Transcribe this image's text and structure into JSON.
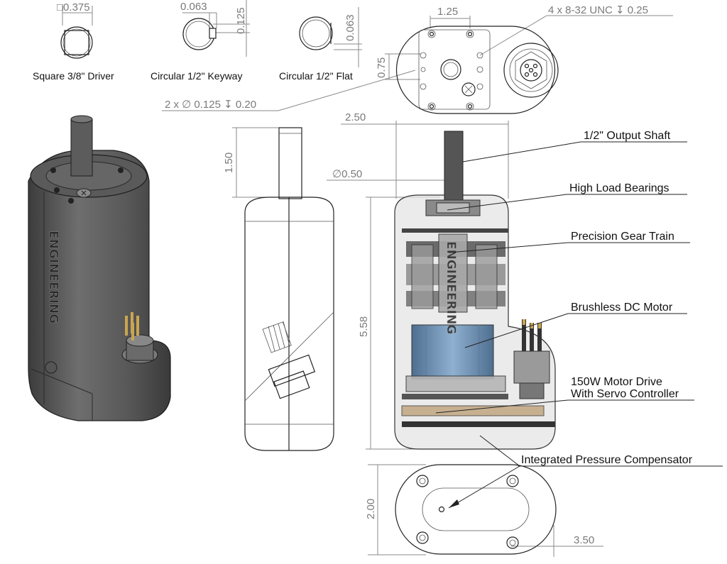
{
  "colors": {
    "body_dark": "#4a4a4a",
    "body_mid": "#6e6e6e",
    "motor_blue": "#6f8fb0",
    "translucent_housing": "#e0e0e0",
    "dimension_gray": "#7a7a7a",
    "label_black": "#111111"
  },
  "shaft_options": {
    "square": {
      "dim": "□0.375",
      "caption": "Square 3/8\" Driver"
    },
    "keyway": {
      "dim_a": "0.063",
      "dim_b": "0.125",
      "caption": "Circular 1/2\" Keyway"
    },
    "flat": {
      "dim": "0.063",
      "caption": "Circular 1/2\" Flat"
    }
  },
  "top_view": {
    "width_dim": "1.25",
    "height_dim": "0.75",
    "threads_note": "4 x 8-32 UNC  ↧ 0.25",
    "holes_note": "2 x ∅ 0.125 ↧ 0.20"
  },
  "side_view": {
    "shaft_length": "1.50",
    "shaft_diameter": "∅0.50"
  },
  "front_view": {
    "width_dim": "2.50",
    "height_dim": "5.58"
  },
  "bottom_view": {
    "height_dim": "2.00",
    "length_dim": "3.50"
  },
  "callouts": {
    "output_shaft": "1/2\" Output Shaft",
    "bearings": "High Load Bearings",
    "gear_train": "Precision Gear Train",
    "motor": "Brushless DC Motor",
    "drive_line1": "150W Motor Drive",
    "drive_line2": "With Servo Controller",
    "compensator": "Integrated Pressure Compensator"
  },
  "branding": "ENGINEERING"
}
